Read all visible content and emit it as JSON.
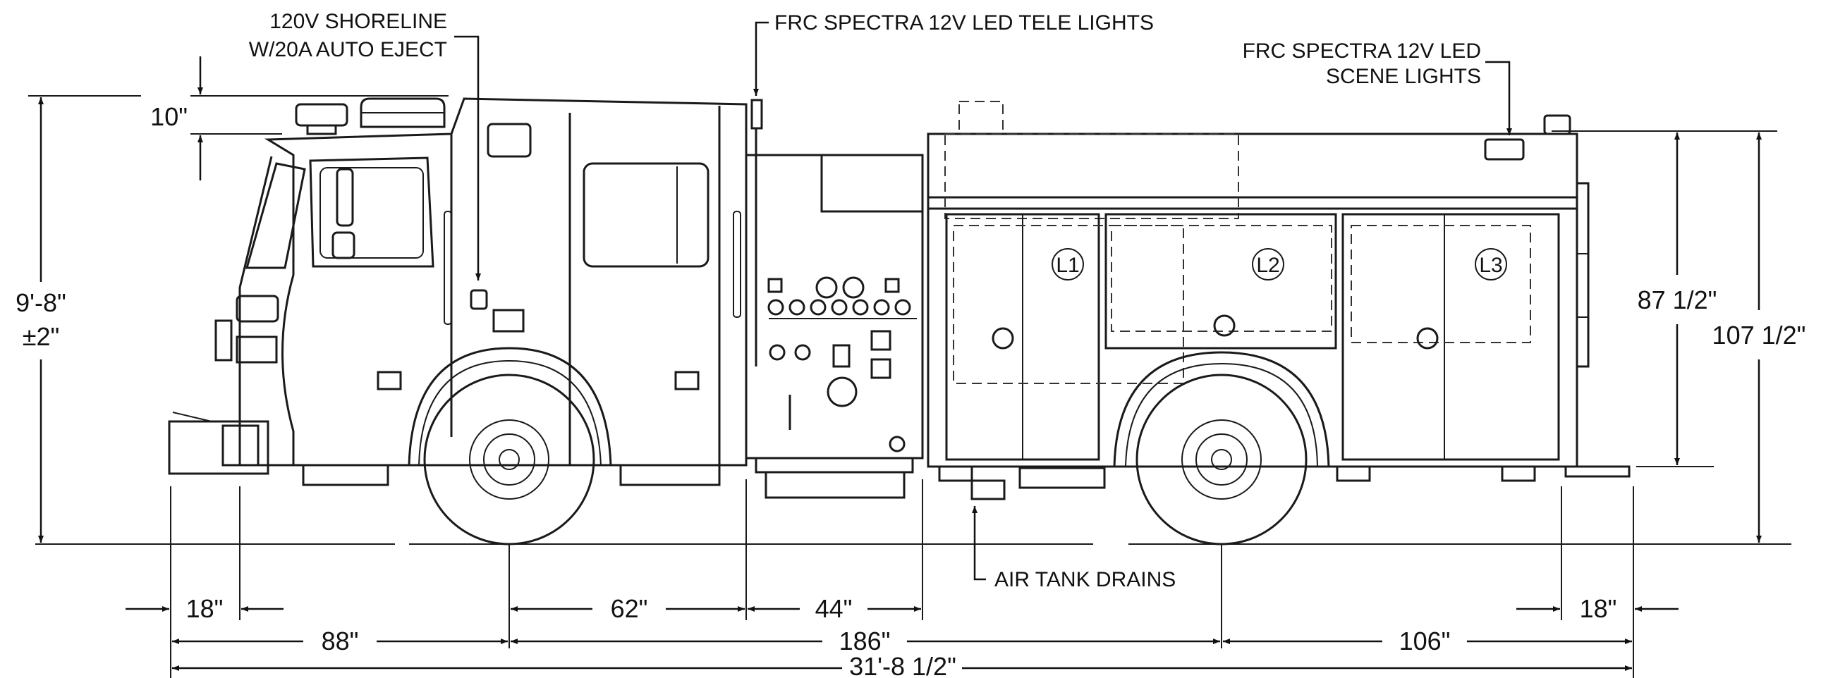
{
  "callouts": {
    "shoreline_line1": "120V SHORELINE",
    "shoreline_line2": "W/20A AUTO EJECT",
    "tele_lights": "FRC SPECTRA 12V LED TELE LIGHTS",
    "scene_lights_line1": "FRC SPECTRA 12V LED",
    "scene_lights_line2": "SCENE LIGHTS",
    "air_tank_drains": "AIR TANK DRAINS"
  },
  "compartments": {
    "l1": "L1",
    "l2": "L2",
    "l3": "L3"
  },
  "dimensions": {
    "beacon_height": "10\"",
    "overall_height_line1": "9'-8\"",
    "overall_height_line2": "±2\"",
    "body_height": "87 1/2\"",
    "body_overall_height": "107 1/2\"",
    "front_overhang": "18\"",
    "bumper_to_axle": "88\"",
    "axle_to_pump": "62\"",
    "pump_width": "44\"",
    "wheelbase": "186\"",
    "rear_axle_to_end": "106\"",
    "rear_overhang": "18\"",
    "overall_length": "31'-8 1/2\""
  }
}
